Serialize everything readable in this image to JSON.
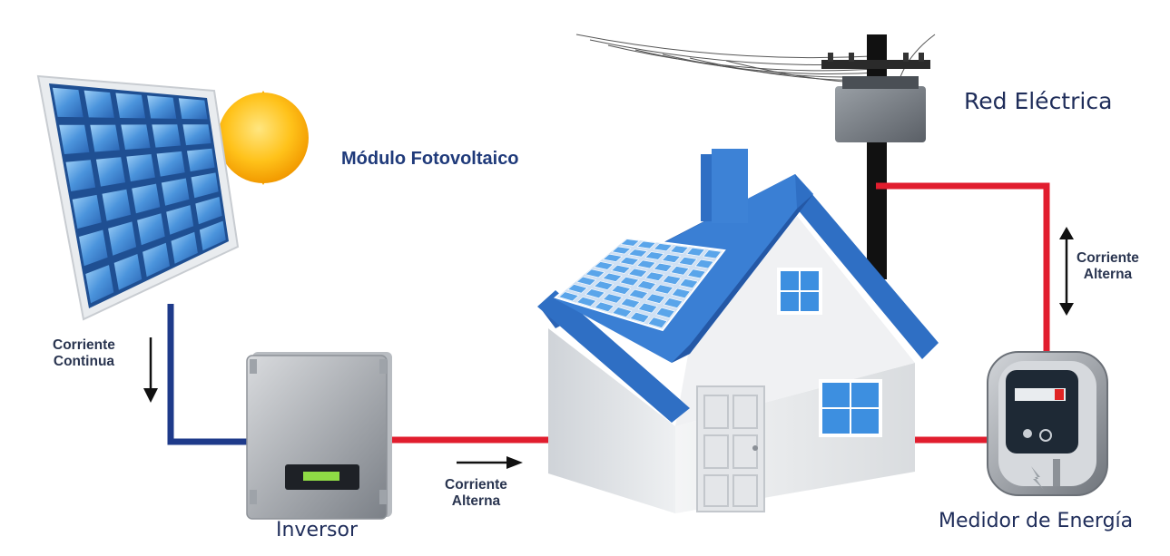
{
  "labels": {
    "pv_module": "Módulo Fotovoltaico",
    "grid": "Red Eléctrica",
    "inverter": "Inversor",
    "meter": "Medidor de Energía",
    "dc_current": [
      "Corriente",
      "Continua"
    ],
    "ac_current_inverter": [
      "Corriente",
      "Alterna"
    ],
    "ac_current_grid": [
      "Corriente",
      "Alterna"
    ]
  },
  "colors": {
    "dc_wire": "#1e3a8a",
    "ac_wire": "#e11d2e",
    "roof": "#2f6fc4",
    "panel_cell": "#4f9ee3",
    "text": "#1f2d5a"
  }
}
